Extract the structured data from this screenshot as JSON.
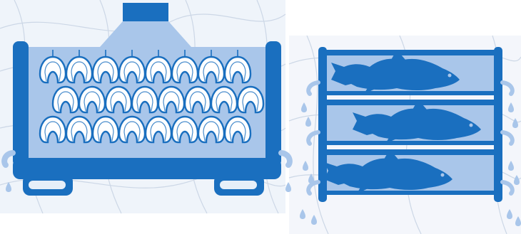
{
  "colors": {
    "dark_blue": "#1a6fbf",
    "mid_blue": "#3a86cf",
    "light_blue": "#a9c6ea",
    "pale_blue": "#e7eff9",
    "net_lines": "#c7d3e4",
    "white": "#ffffff"
  },
  "icons": {
    "left": "vertical-plate-freezer-with-fish-icon",
    "right": "horizontal-plate-freezer-with-fish-icon",
    "fish_left": "fish-head-down-icon",
    "fish_right": "whole-fish-silhouette-icon",
    "drops": "water-drop-icon"
  },
  "left_panel": {
    "rows": 3,
    "fish_per_row": 8
  },
  "right_panel": {
    "trays": 3
  },
  "partial_caption": ""
}
